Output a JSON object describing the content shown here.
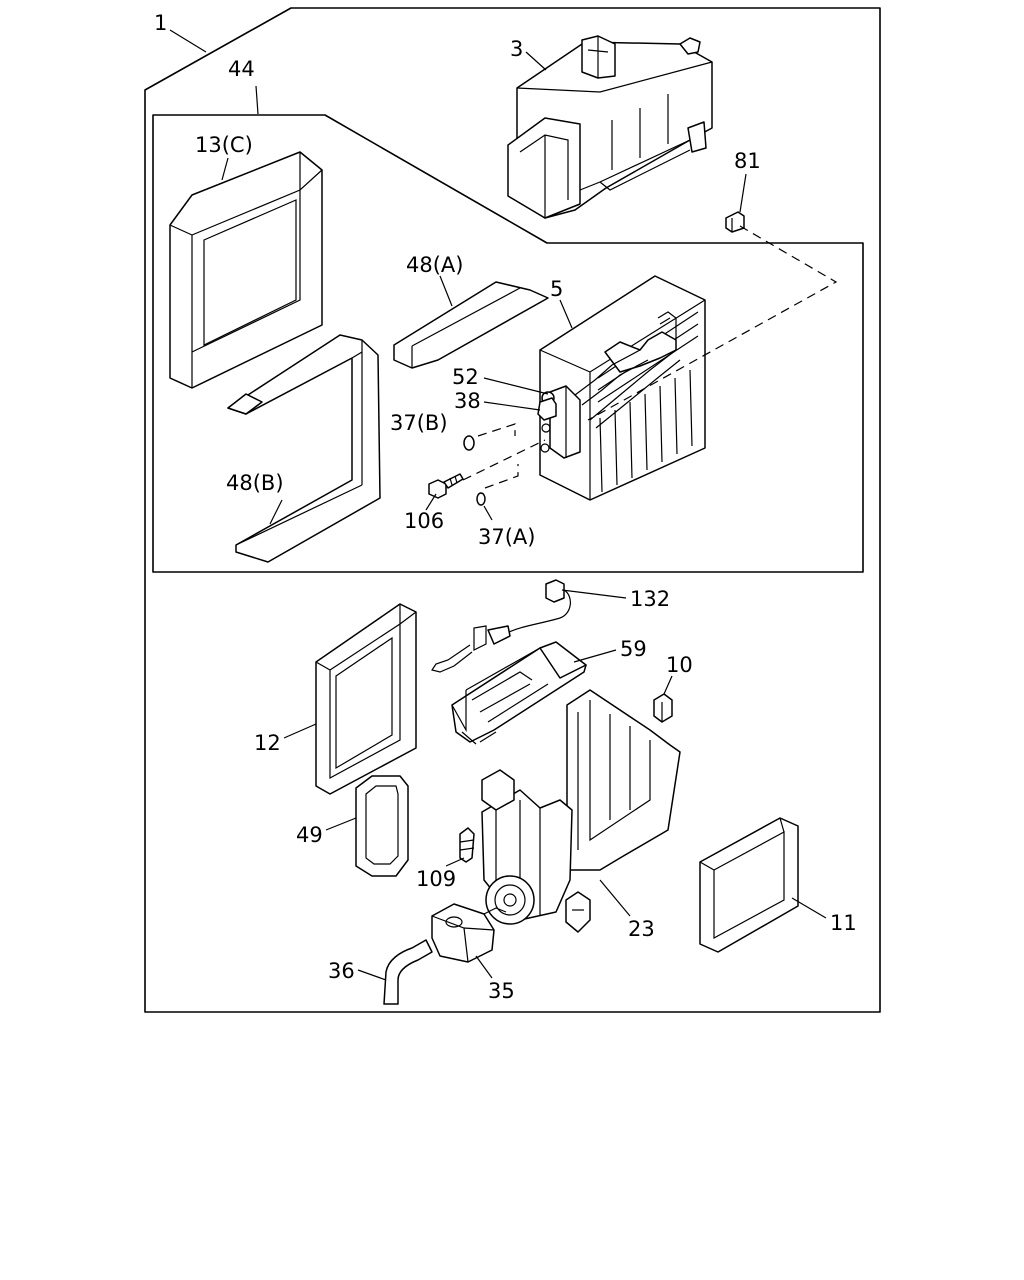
{
  "diagram": {
    "callouts": {
      "c1": "1",
      "c44": "44",
      "c3": "3",
      "c13c": "13(C)",
      "c81": "81",
      "c48a": "48(A)",
      "c5": "5",
      "c52": "52",
      "c38": "38",
      "c37b": "37(B)",
      "c48b": "48(B)",
      "c106": "106",
      "c37a": "37(A)",
      "c132": "132",
      "c59": "59",
      "c10": "10",
      "c12": "12",
      "c49": "49",
      "c109": "109",
      "c23": "23",
      "c11": "11",
      "c36": "36",
      "c35": "35"
    }
  }
}
